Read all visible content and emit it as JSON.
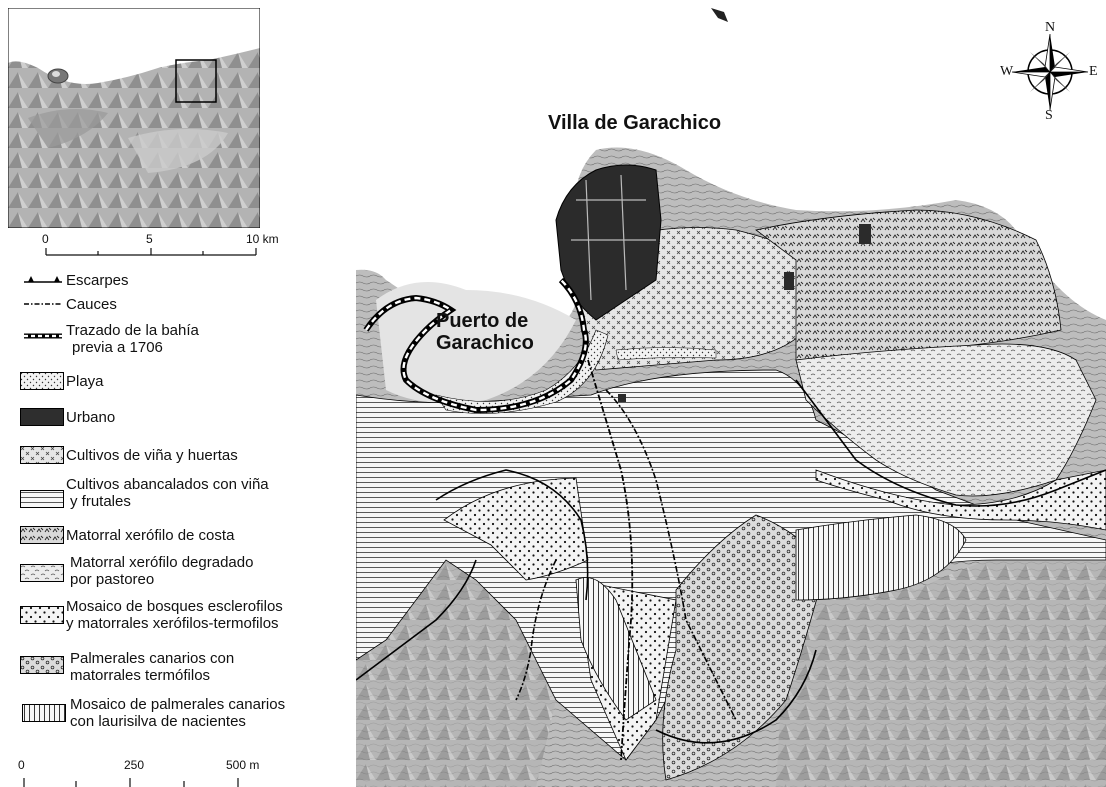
{
  "inset_scale": {
    "ticks": [
      "0",
      "5",
      "10 km"
    ]
  },
  "bottom_scale": {
    "ticks": [
      "0",
      "250",
      "500 m"
    ]
  },
  "compass": {
    "n": "N",
    "s": "S",
    "e": "E",
    "w": "W"
  },
  "places": {
    "villa": "Villa de Garachico",
    "puerto_line1": "Puerto de",
    "puerto_line2": "Garachico"
  },
  "legend": {
    "escarpes": "Escarpes",
    "cauces": "Cauces",
    "bahia_line1": "Trazado de la bahía",
    "bahia_line2": "previa a 1706",
    "playa": "Playa",
    "urbano": "Urbano",
    "vina": "Cultivos de viña y huertas",
    "abancalados_line1": "Cultivos abancalados con viña",
    "abancalados_line2": "y frutales",
    "matorral_costa": "Matorral xerófilo de costa",
    "matorral_degradado_line1": "Matorral xerófilo degradado",
    "matorral_degradado_line2": "por pastoreo",
    "mosaico_bosques_line1": "Mosaico de bosques esclerofilos",
    "mosaico_bosques_line2": "y matorrales xerófilos-termofilos",
    "palmerales_line1": "Palmerales canarios con",
    "palmerales_line2": "matorrales termófilos",
    "mosaico_palmerales_line1": "Mosaico de palmerales canarios",
    "mosaico_palmerales_line2": "con laurisilva de nacientes"
  }
}
